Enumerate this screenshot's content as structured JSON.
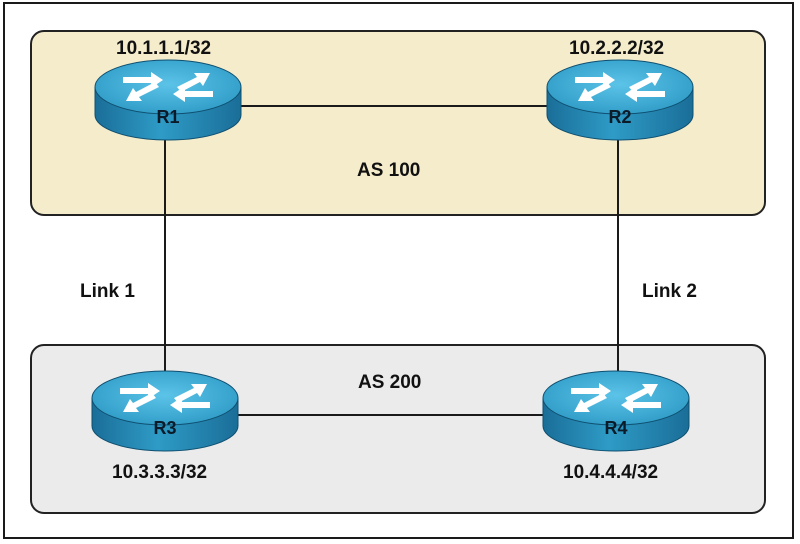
{
  "colors": {
    "as100_fill": "#f5eccb",
    "as200_fill": "#ebebeb",
    "router_top": "#2e9bc6",
    "router_side": "#1a6e98",
    "router_arrows": "#ffffff",
    "line": "#1a1a1a"
  },
  "areas": {
    "as100": {
      "label": "AS 100"
    },
    "as200": {
      "label": "AS 200"
    }
  },
  "routers": {
    "r1": {
      "name": "R1",
      "ip": "10.1.1.1/32",
      "icon": "router-icon"
    },
    "r2": {
      "name": "R2",
      "ip": "10.2.2.2/32",
      "icon": "router-icon"
    },
    "r3": {
      "name": "R3",
      "ip": "10.3.3.3/32",
      "icon": "router-icon"
    },
    "r4": {
      "name": "R4",
      "ip": "10.4.4.4/32",
      "icon": "router-icon"
    }
  },
  "links": {
    "link1": {
      "label": "Link 1"
    },
    "link2": {
      "label": "Link 2"
    }
  }
}
